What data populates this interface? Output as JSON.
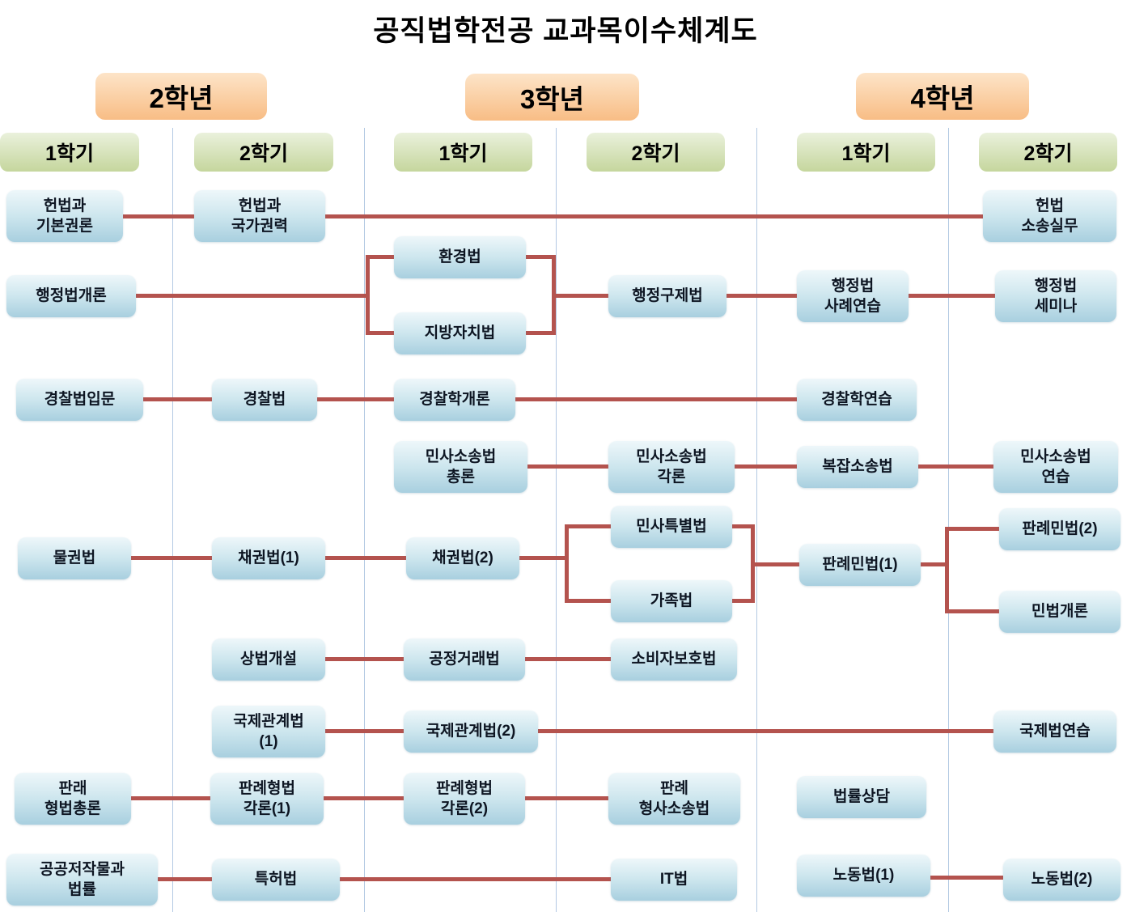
{
  "title": "공직법학전공 교과목이수체계도",
  "years": [
    {
      "label": "2학년"
    },
    {
      "label": "3학년"
    },
    {
      "label": "4학년"
    }
  ],
  "semesters": [
    {
      "label": "1학기"
    },
    {
      "label": "2학기"
    },
    {
      "label": "1학기"
    },
    {
      "label": "2학기"
    },
    {
      "label": "1학기"
    },
    {
      "label": "2학기"
    }
  ],
  "courses": {
    "const_basic_rights": "헌법과\n기본권론",
    "const_state_power": "헌법과\n국가권력",
    "const_litigation": "헌법\n소송실무",
    "admin_law_intro": "행정법개론",
    "environment_law": "환경법",
    "local_autonomy_law": "지방자치법",
    "admin_remedy_law": "행정구제법",
    "admin_case_practice": "행정법\n사례연습",
    "admin_seminar": "행정법\n세미나",
    "police_law_intro": "경찰법입문",
    "police_law": "경찰법",
    "police_studies_intro": "경찰학개론",
    "police_studies_practice": "경찰학연습",
    "civil_pro_general": "민사소송법\n총론",
    "civil_pro_particulars": "민사소송법\n각론",
    "complex_litigation": "복잡소송법",
    "civil_pro_practice": "민사소송법\n연습",
    "property_law": "물권법",
    "obligations_1": "채권법(1)",
    "obligations_2": "채권법(2)",
    "civil_special_law": "민사특별법",
    "family_law": "가족법",
    "case_civil_1": "판례민법(1)",
    "case_civil_2": "판례민법(2)",
    "civil_law_intro": "민법개론",
    "commercial_intro": "상법개설",
    "fair_trade_law": "공정거래법",
    "consumer_protection": "소비자보호법",
    "intl_relations_1": "국제관계법\n(1)",
    "intl_relations_2": "국제관계법(2)",
    "intl_law_practice": "국제법연습",
    "case_criminal_general": "판래\n형법총론",
    "case_criminal_1": "판례형법\n각론(1)",
    "case_criminal_2": "판례형법\n각론(2)",
    "case_criminal_pro": "판례\n형사소송법",
    "legal_counseling": "법률상담",
    "public_works_law": "공공저작물과\n법률",
    "patent_law": "특허법",
    "it_law": "IT법",
    "labor_law_1": "노동법(1)",
    "labor_law_2": "노동법(2)"
  },
  "connections": [
    {
      "from": "const_basic_rights",
      "to": "const_state_power"
    },
    {
      "from": "const_state_power",
      "to": "const_litigation"
    },
    {
      "from": "admin_law_intro",
      "to": "environment_law"
    },
    {
      "from": "admin_law_intro",
      "to": "local_autonomy_law"
    },
    {
      "from": "environment_law",
      "to": "admin_remedy_law"
    },
    {
      "from": "local_autonomy_law",
      "to": "admin_remedy_law"
    },
    {
      "from": "admin_remedy_law",
      "to": "admin_case_practice"
    },
    {
      "from": "admin_case_practice",
      "to": "admin_seminar"
    },
    {
      "from": "police_law_intro",
      "to": "police_law"
    },
    {
      "from": "police_law",
      "to": "police_studies_intro"
    },
    {
      "from": "police_studies_intro",
      "to": "police_studies_practice"
    },
    {
      "from": "civil_pro_general",
      "to": "civil_pro_particulars"
    },
    {
      "from": "civil_pro_particulars",
      "to": "complex_litigation"
    },
    {
      "from": "complex_litigation",
      "to": "civil_pro_practice"
    },
    {
      "from": "property_law",
      "to": "obligations_1"
    },
    {
      "from": "obligations_1",
      "to": "obligations_2"
    },
    {
      "from": "obligations_2",
      "to": "civil_special_law"
    },
    {
      "from": "obligations_2",
      "to": "family_law"
    },
    {
      "from": "civil_special_law",
      "to": "case_civil_1"
    },
    {
      "from": "family_law",
      "to": "case_civil_1"
    },
    {
      "from": "case_civil_1",
      "to": "case_civil_2"
    },
    {
      "from": "case_civil_1",
      "to": "civil_law_intro"
    },
    {
      "from": "commercial_intro",
      "to": "fair_trade_law"
    },
    {
      "from": "fair_trade_law",
      "to": "consumer_protection"
    },
    {
      "from": "intl_relations_1",
      "to": "intl_relations_2"
    },
    {
      "from": "intl_relations_2",
      "to": "intl_law_practice"
    },
    {
      "from": "case_criminal_general",
      "to": "case_criminal_1"
    },
    {
      "from": "case_criminal_1",
      "to": "case_criminal_2"
    },
    {
      "from": "case_criminal_2",
      "to": "case_criminal_pro"
    },
    {
      "from": "public_works_law",
      "to": "patent_law"
    },
    {
      "from": "patent_law",
      "to": "it_law"
    },
    {
      "from": "labor_law_1",
      "to": "labor_law_2"
    }
  ],
  "colors": {
    "connector_red": "#b4534e",
    "year_header_orange": "#f8bd85",
    "semester_header_green": "#c5d69d",
    "course_box_blue_top": "#eef7fa",
    "course_box_blue_bottom": "#a8cfdf",
    "column_divider_blue": "#b3c9e3"
  }
}
